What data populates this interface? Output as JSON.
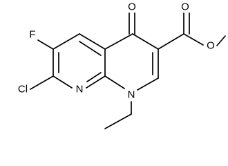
{
  "molecule": {
    "atoms": {
      "o_ketone": "O",
      "o_carbonyl": "O",
      "o_ester": "O",
      "f": "F",
      "cl": "Cl",
      "n_pyridine": "N",
      "n_amine": "N"
    }
  }
}
